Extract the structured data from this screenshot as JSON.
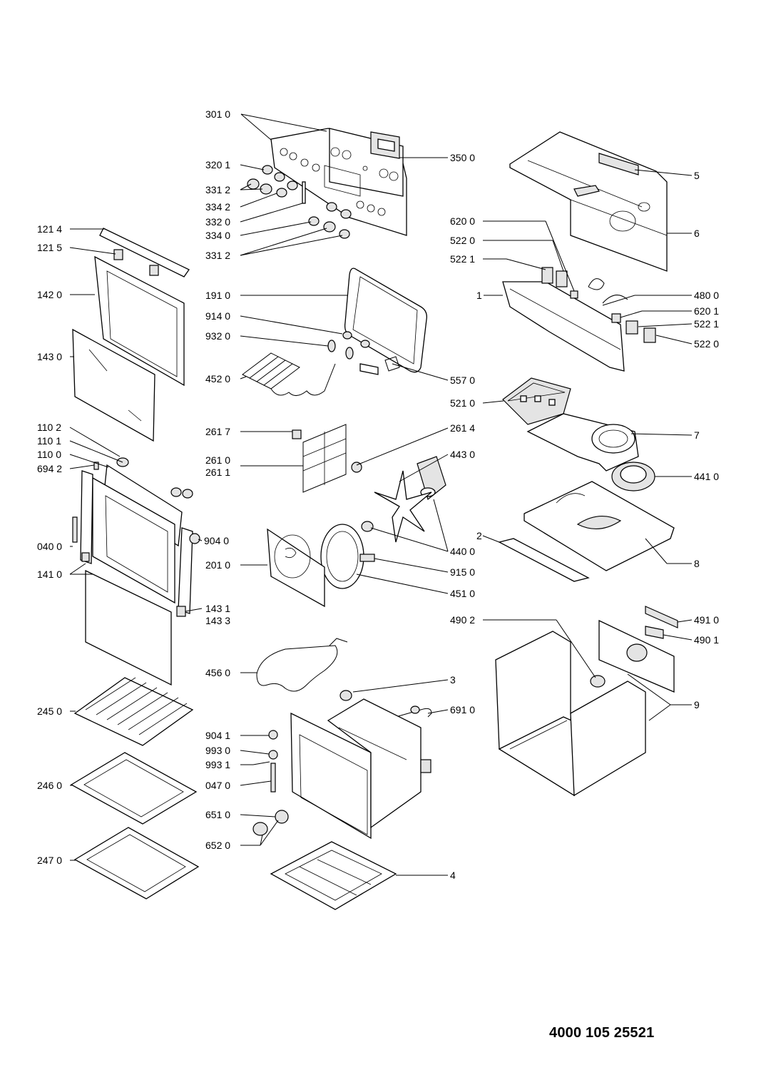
{
  "document_number": "4000 105 25521",
  "labels": {
    "l0": "301 0",
    "l1": "350 0",
    "l2": "320 1",
    "l3": "331 2",
    "l4": "334 2",
    "l5": "332 0",
    "l6": "334 0",
    "l7": "331 2",
    "l8": "121 4",
    "l9": "121 5",
    "l10": "142 0",
    "l11": "191 0",
    "l12": "914 0",
    "l13": "932 0",
    "l14": "452 0",
    "l15": "557 0",
    "l16": "143 0",
    "l17": "620 0",
    "l18": "522 0",
    "l19": "522 1",
    "l20": "1",
    "l21": "480 0",
    "l22": "620 1",
    "l23": "522 1",
    "l24": "522 0",
    "l25": "5",
    "l26": "6",
    "l27": "521 0",
    "l28": "7",
    "l29": "441 0",
    "l30": "110 2",
    "l31": "110 1",
    "l32": "110 0",
    "l33": "694 2",
    "l34": "261 7",
    "l35": "261 4",
    "l36": "261 0",
    "l37": "261 1",
    "l38": "443 0",
    "l39": "040 0",
    "l40": "141 0",
    "l41": "904 0",
    "l42": "201 0",
    "l43": "440 0",
    "l44": "915 0",
    "l45": "451 0",
    "l46": "2",
    "l47": "8",
    "l48": "143 1",
    "l49": "143 3",
    "l50": "490 2",
    "l51": "491 0",
    "l52": "490 1",
    "l53": "456 0",
    "l54": "3",
    "l55": "691 0",
    "l56": "9",
    "l57": "245 0",
    "l58": "904 1",
    "l59": "993 0",
    "l60": "993 1",
    "l61": "246 0",
    "l62": "047 0",
    "l63": "651 0",
    "l64": "652 0",
    "l65": "247 0",
    "l66": "4"
  }
}
